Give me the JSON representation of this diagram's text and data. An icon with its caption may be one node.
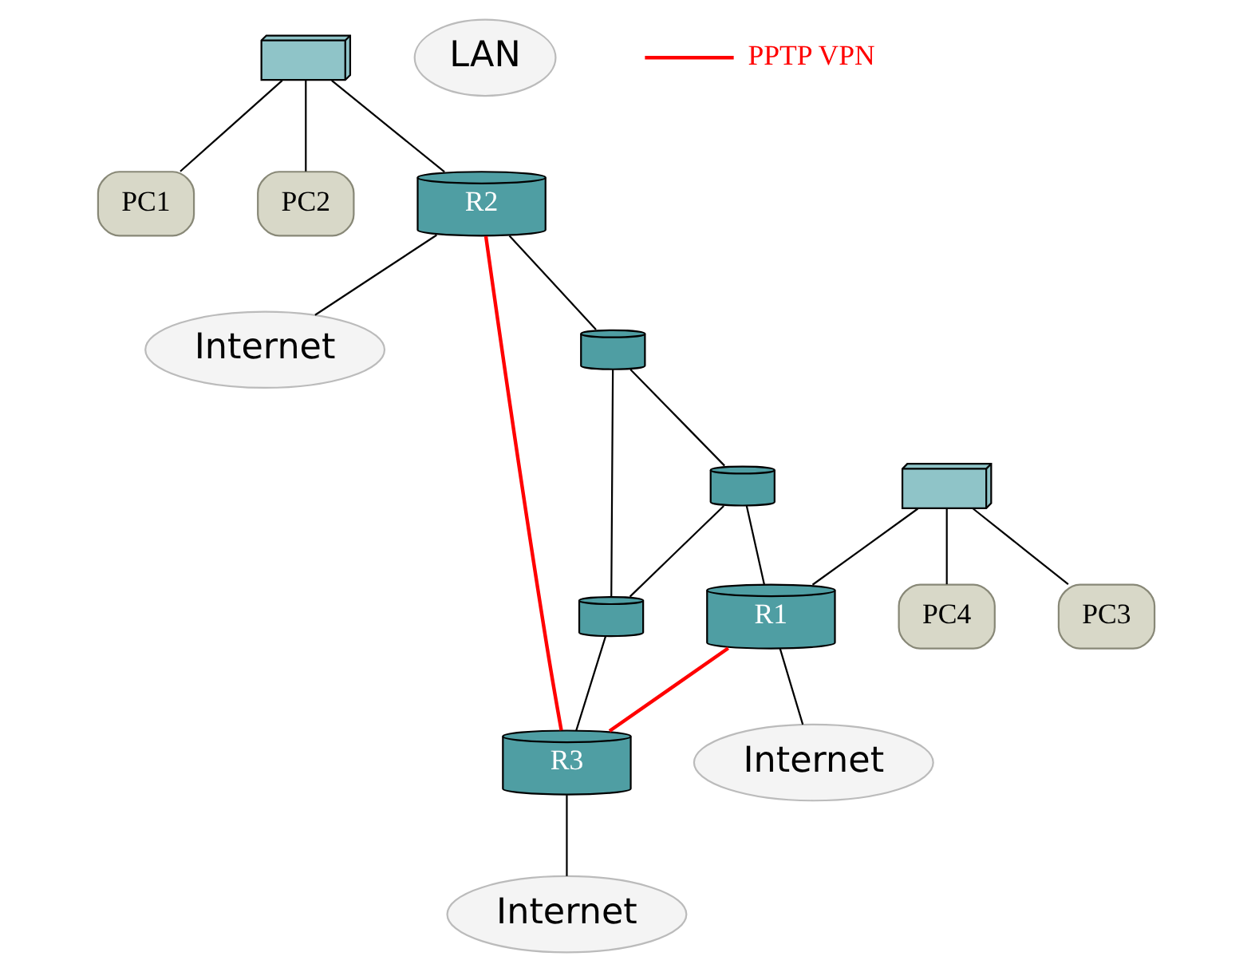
{
  "diagram": {
    "nodes": [
      {
        "text": [],
        "shape": "box"
      },
      {
        "text": [
          "Internet"
        ]
      },
      {
        "text": [
          "PC1"
        ]
      },
      {
        "text": [
          "PC2"
        ]
      },
      {
        "text": [
          "R2"
        ]
      },
      {
        "text": [],
        "shape": "cylinder"
      },
      {
        "text": [
          "LAN"
        ]
      },
      {
        "text": [],
        "shape": "box"
      },
      {
        "text": [],
        "shape": "cylinder"
      },
      {
        "text": [],
        "shape": "cylinder"
      },
      {
        "text": [
          "PC3"
        ]
      },
      {
        "text": [
          "PC4"
        ]
      },
      {
        "text": [
          "R1"
        ]
      },
      {
        "text": [
          "R3"
        ]
      },
      {
        "text": [
          "Internet"
        ]
      },
      {
        "text": [
          "Internet"
        ]
      }
    ],
    "edges": [
      {
        "from": 0,
        "to": 2,
        "arrow": "none"
      },
      {
        "from": 0,
        "to": 3,
        "arrow": "none"
      },
      {
        "from": 0,
        "to": 4,
        "arrow": "none"
      },
      {
        "from": 4,
        "to": 1,
        "arrow": "none"
      },
      {
        "from": 4,
        "to": 5,
        "arrow": "none"
      },
      {
        "from": 5,
        "to": 8,
        "arrow": "none"
      },
      {
        "from": 5,
        "to": 9,
        "arrow": "none"
      },
      {
        "from": 8,
        "to": 9,
        "arrow": "none"
      },
      {
        "from": 7,
        "to": 10,
        "arrow": "none"
      },
      {
        "from": 7,
        "to": 11,
        "arrow": "none"
      },
      {
        "from": 7,
        "to": 12,
        "arrow": "none"
      },
      {
        "from": 8,
        "to": 12,
        "arrow": "none"
      },
      {
        "from": 9,
        "to": 13,
        "arrow": "none"
      },
      {
        "from": 12,
        "to": 14,
        "arrow": "none"
      },
      {
        "from": 13,
        "to": 15,
        "arrow": "none"
      },
      {
        "from": 4,
        "to": 13,
        "arrow": "none",
        "color": "#ff0000"
      },
      {
        "from": 12,
        "to": 13,
        "arrow": "none",
        "color": "#ff0000"
      }
    ],
    "legend": [
      {
        "text": "PPTP VPN",
        "color": "#ff0000"
      }
    ]
  }
}
